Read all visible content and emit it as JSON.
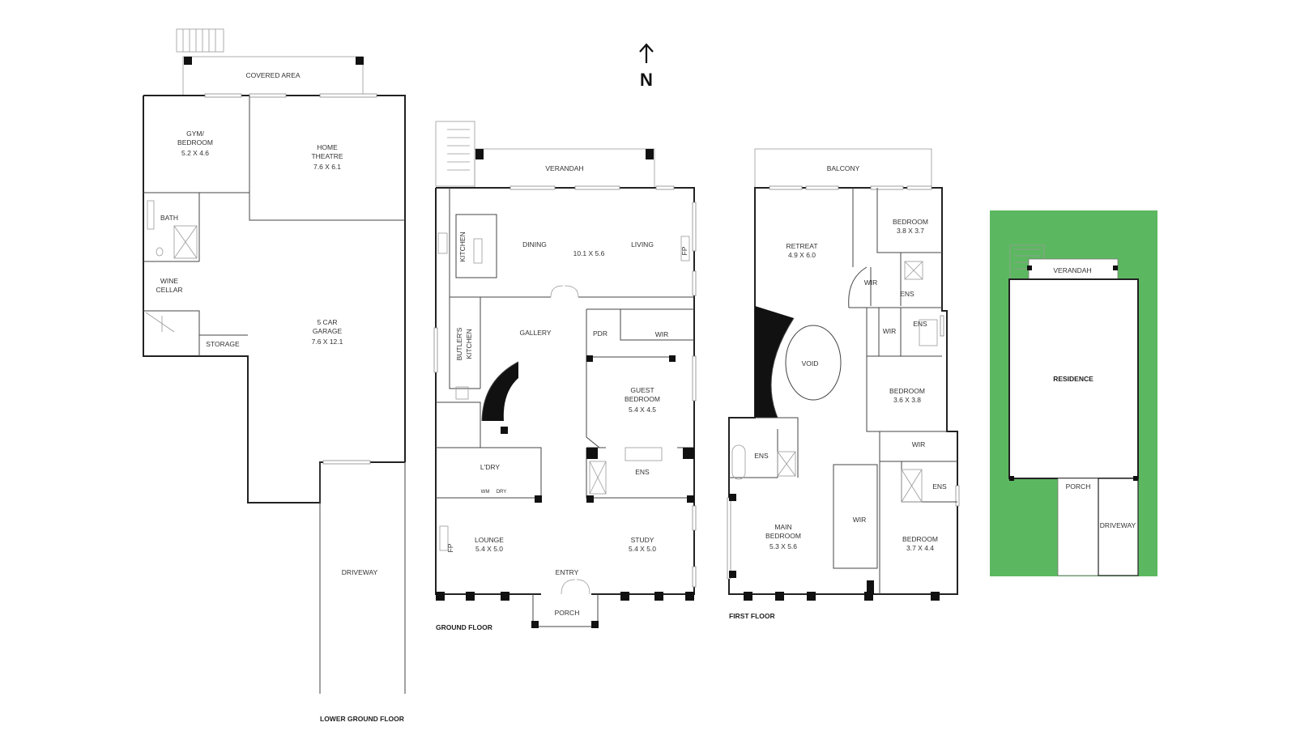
{
  "north": "N",
  "lower_ground": {
    "title": "LOWER GROUND FLOOR",
    "covered_area": "COVERED AREA",
    "gym_name": "GYM/",
    "gym_name2": "BEDROOM",
    "gym_dim": "5.2 X 4.6",
    "theatre_name": "HOME",
    "theatre_name2": "THEATRE",
    "theatre_dim": "7.6 X 6.1",
    "bath": "BATH",
    "wine": "WINE",
    "wine2": "CELLAR",
    "storage": "STORAGE",
    "garage_name": "5 CAR",
    "garage_name2": "GARAGE",
    "garage_dim": "7.6 X 12.1",
    "driveway": "DRIVEWAY"
  },
  "ground": {
    "title": "GROUND FLOOR",
    "verandah": "VERANDAH",
    "kitchen": "KITCHEN",
    "dining": "DINING",
    "living_dim": "10.1 X 5.6",
    "living": "LIVING",
    "fp": "FP",
    "butlers": "BUTLER'S",
    "butlers2": "KITCHEN",
    "gallery": "GALLERY",
    "pdr": "PDR",
    "wir": "WIR",
    "guest": "GUEST",
    "guest2": "BEDROOM",
    "guest_dim": "5.4 X 4.5",
    "ldry": "L'DRY",
    "wm": "WM",
    "dry": "DRY",
    "ens": "ENS",
    "lounge": "LOUNGE",
    "lounge_dim": "5.4 X 5.0",
    "study": "STUDY",
    "study_dim": "5.4 X 5.0",
    "entry": "ENTRY",
    "porch": "PORCH"
  },
  "first": {
    "title": "FIRST FLOOR",
    "balcony": "BALCONY",
    "retreat": "RETREAT",
    "retreat_dim": "4.9 X 6.0",
    "bed1": "BEDROOM",
    "bed1_dim": "3.8 X 3.7",
    "wir1": "WIR",
    "ens1": "ENS",
    "wir2": "WIR",
    "ens2": "ENS",
    "void": "VOID",
    "bed2": "BEDROOM",
    "bed2_dim": "3.6 X 3.8",
    "ens3": "ENS",
    "wir3": "WIR",
    "ens4": "ENS",
    "main": "MAIN",
    "main2": "BEDROOM",
    "main_dim": "5.3 X 5.6",
    "wir4": "WIR",
    "bed3": "BEDROOM",
    "bed3_dim": "3.7 X 4.4"
  },
  "site": {
    "verandah": "VERANDAH",
    "residence": "RESIDENCE",
    "porch": "PORCH",
    "driveway": "DRIVEWAY",
    "lawn_color": "#5cb860"
  }
}
